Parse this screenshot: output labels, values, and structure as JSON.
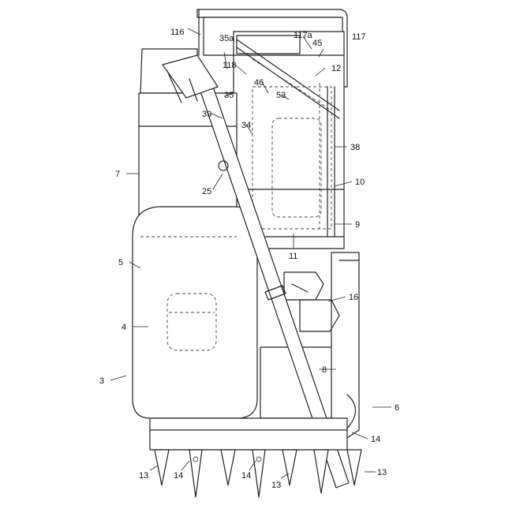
{
  "figure": {
    "labels": {
      "l116": "116",
      "l35a": "35a",
      "l117a": "117a",
      "l117": "117",
      "l45": "45",
      "l12": "12",
      "l118": "118",
      "l46": "46",
      "l35": "35",
      "l53": "53",
      "l39": "39",
      "l34": "34",
      "l38": "38",
      "l7": "7",
      "l25": "25",
      "l10": "10",
      "l9": "9",
      "l11": "11",
      "l5": "5",
      "l16": "16",
      "l4": "4",
      "l8": "8",
      "l3": "3",
      "l6": "6",
      "l14a": "14",
      "l14b": "14",
      "l14c": "14",
      "l13a": "13",
      "l13b": "13",
      "l13c": "13"
    }
  }
}
